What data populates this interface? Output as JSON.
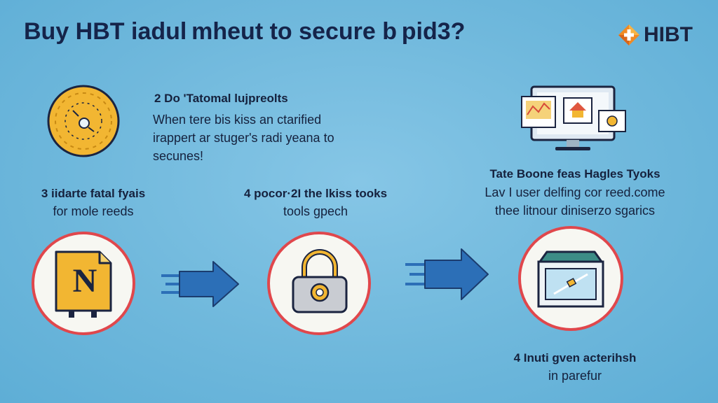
{
  "title": "Buy HBT iadul mheut to secure b pid3?",
  "logo": {
    "text": "HIBT",
    "icon": "hibt-diamond-logo-icon"
  },
  "top_left": {
    "heading": "2 Do 'Tatomal lujpreolts",
    "lines": [
      "When tere bis kiss an ctarified",
      "irappert ar stuger's radi yeana to",
      "secunes!"
    ],
    "icon": "coin-icon"
  },
  "top_right": {
    "heading": "Tate Boone feas Hagles Tyoks",
    "lines": [
      "Lav I user delfing cor reed.come",
      "thee litnour diniserzo sgarics"
    ],
    "icon": "monitor-dashboard-icon"
  },
  "step_1": {
    "heading": "3 iidarte fatal fyais",
    "sub": "for mole reeds",
    "icon": "coin-document-icon",
    "glyph": "N"
  },
  "step_2": {
    "heading": "4 pocor·2I the lkiss tooks",
    "sub": "tools gpech",
    "icon": "padlock-icon"
  },
  "step_3": {
    "heading": "4 Inuti gven acterihsh",
    "sub": "in parefur",
    "icon": "secure-box-icon"
  },
  "arrows": [
    "arrow-right-icon",
    "arrow-right-icon"
  ],
  "colors": {
    "background": "#6fb8dc",
    "text": "#15213d",
    "ring": "#e0474c",
    "coin": "#f2b632",
    "arrow": "#2c6fb7"
  }
}
